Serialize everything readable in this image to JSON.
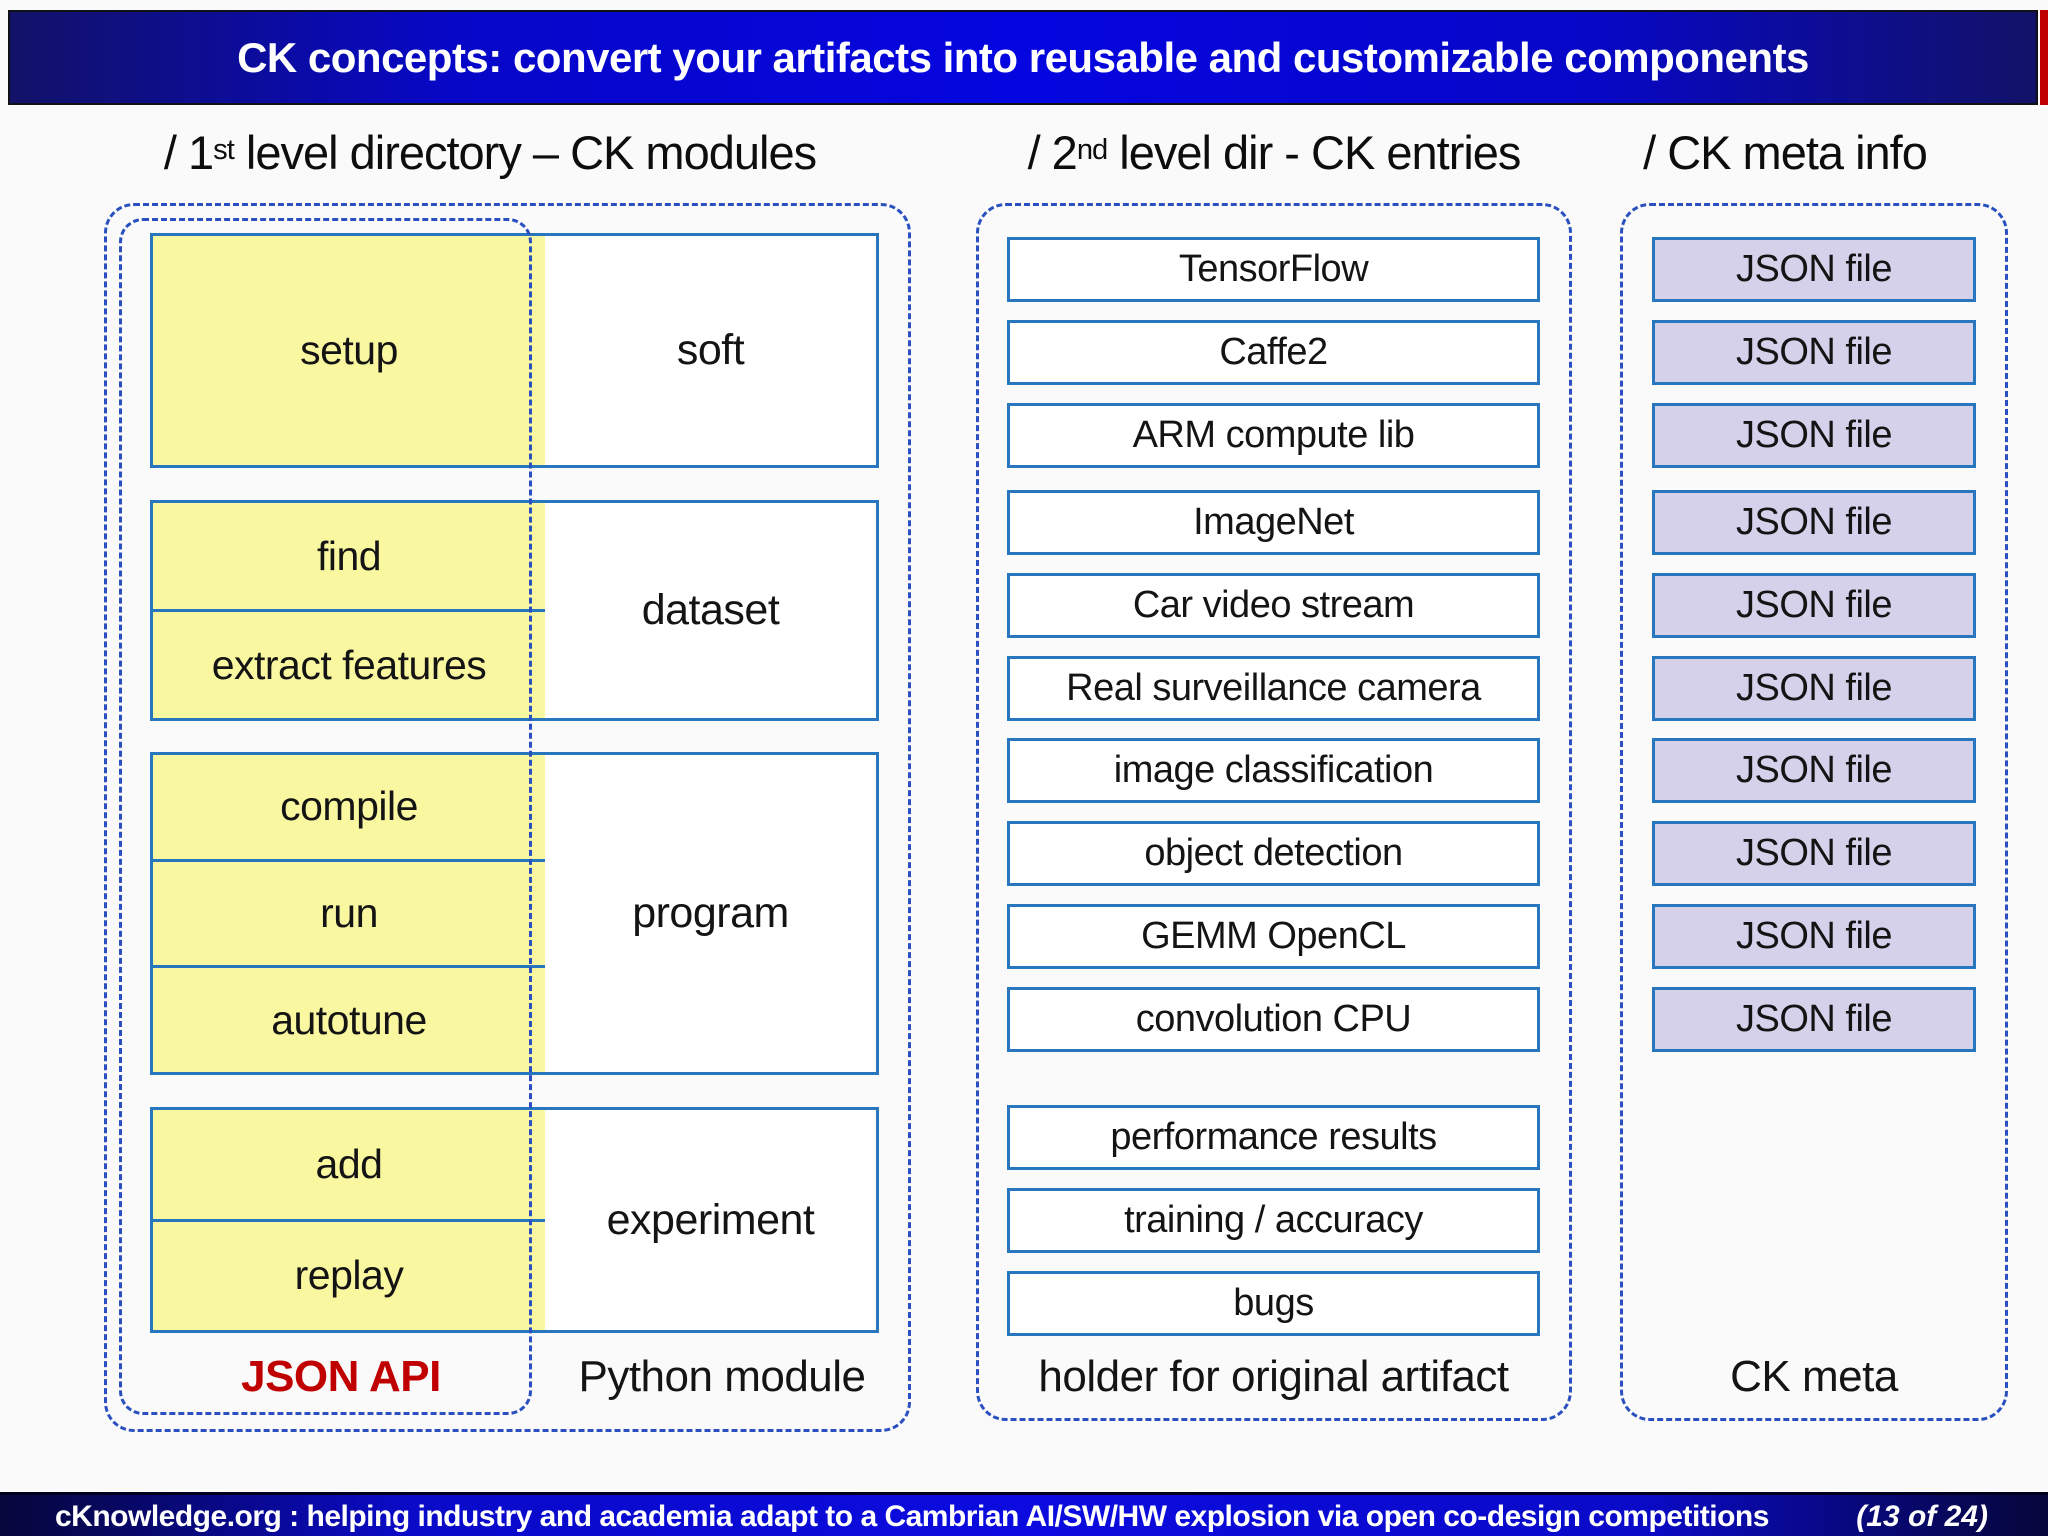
{
  "header": {
    "title": "CK concepts: convert your artifacts into reusable and customizable components"
  },
  "headings": {
    "col1": {
      "prefix": "/ 1",
      "sup": "st",
      "rest": " level directory – CK modules"
    },
    "col2": {
      "prefix": "/ 2",
      "sup": "nd",
      "rest": " level dir - CK entries"
    },
    "col3": {
      "text": "/ CK meta info"
    }
  },
  "left": {
    "modules": [
      {
        "verbs": [
          "setup"
        ],
        "name": "soft"
      },
      {
        "verbs": [
          "find",
          "extract features"
        ],
        "name": "dataset"
      },
      {
        "verbs": [
          "compile",
          "run",
          "autotune"
        ],
        "name": "program"
      },
      {
        "verbs": [
          "add",
          "replay"
        ],
        "name": "experiment"
      }
    ],
    "api_label": "JSON API",
    "module_label": "Python module"
  },
  "middle": {
    "groups": [
      {
        "items": [
          "TensorFlow",
          "Caffe2",
          "ARM compute lib"
        ]
      },
      {
        "items": [
          "ImageNet",
          "Car video stream",
          "Real surveillance camera"
        ]
      },
      {
        "items": [
          "image classification",
          "object detection",
          "GEMM OpenCL",
          "convolution CPU"
        ]
      },
      {
        "items": [
          "performance results",
          "training / accuracy",
          "bugs"
        ]
      }
    ],
    "label": "holder for original artifact"
  },
  "right": {
    "groups": [
      {
        "items": [
          "JSON file",
          "JSON file",
          "JSON file"
        ]
      },
      {
        "items": [
          "JSON file",
          "JSON file",
          "JSON file"
        ]
      },
      {
        "items": [
          "JSON file",
          "JSON file",
          "JSON file",
          "JSON file"
        ]
      }
    ],
    "label": "CK meta"
  },
  "footer": {
    "brand": "cKnowledge.org : helping industry and academia adapt to a Cambrian AI/SW/HW explosion via open co-design competitions",
    "page": "(13 of 24)"
  },
  "colors": {
    "box_border": "#2776BE",
    "dashed_border": "#2A50C0",
    "module_yellow": "#FAF7A1",
    "meta_lavender": "#D5D1EB",
    "api_red": "#C00000",
    "header_blue": "#0505e0"
  }
}
